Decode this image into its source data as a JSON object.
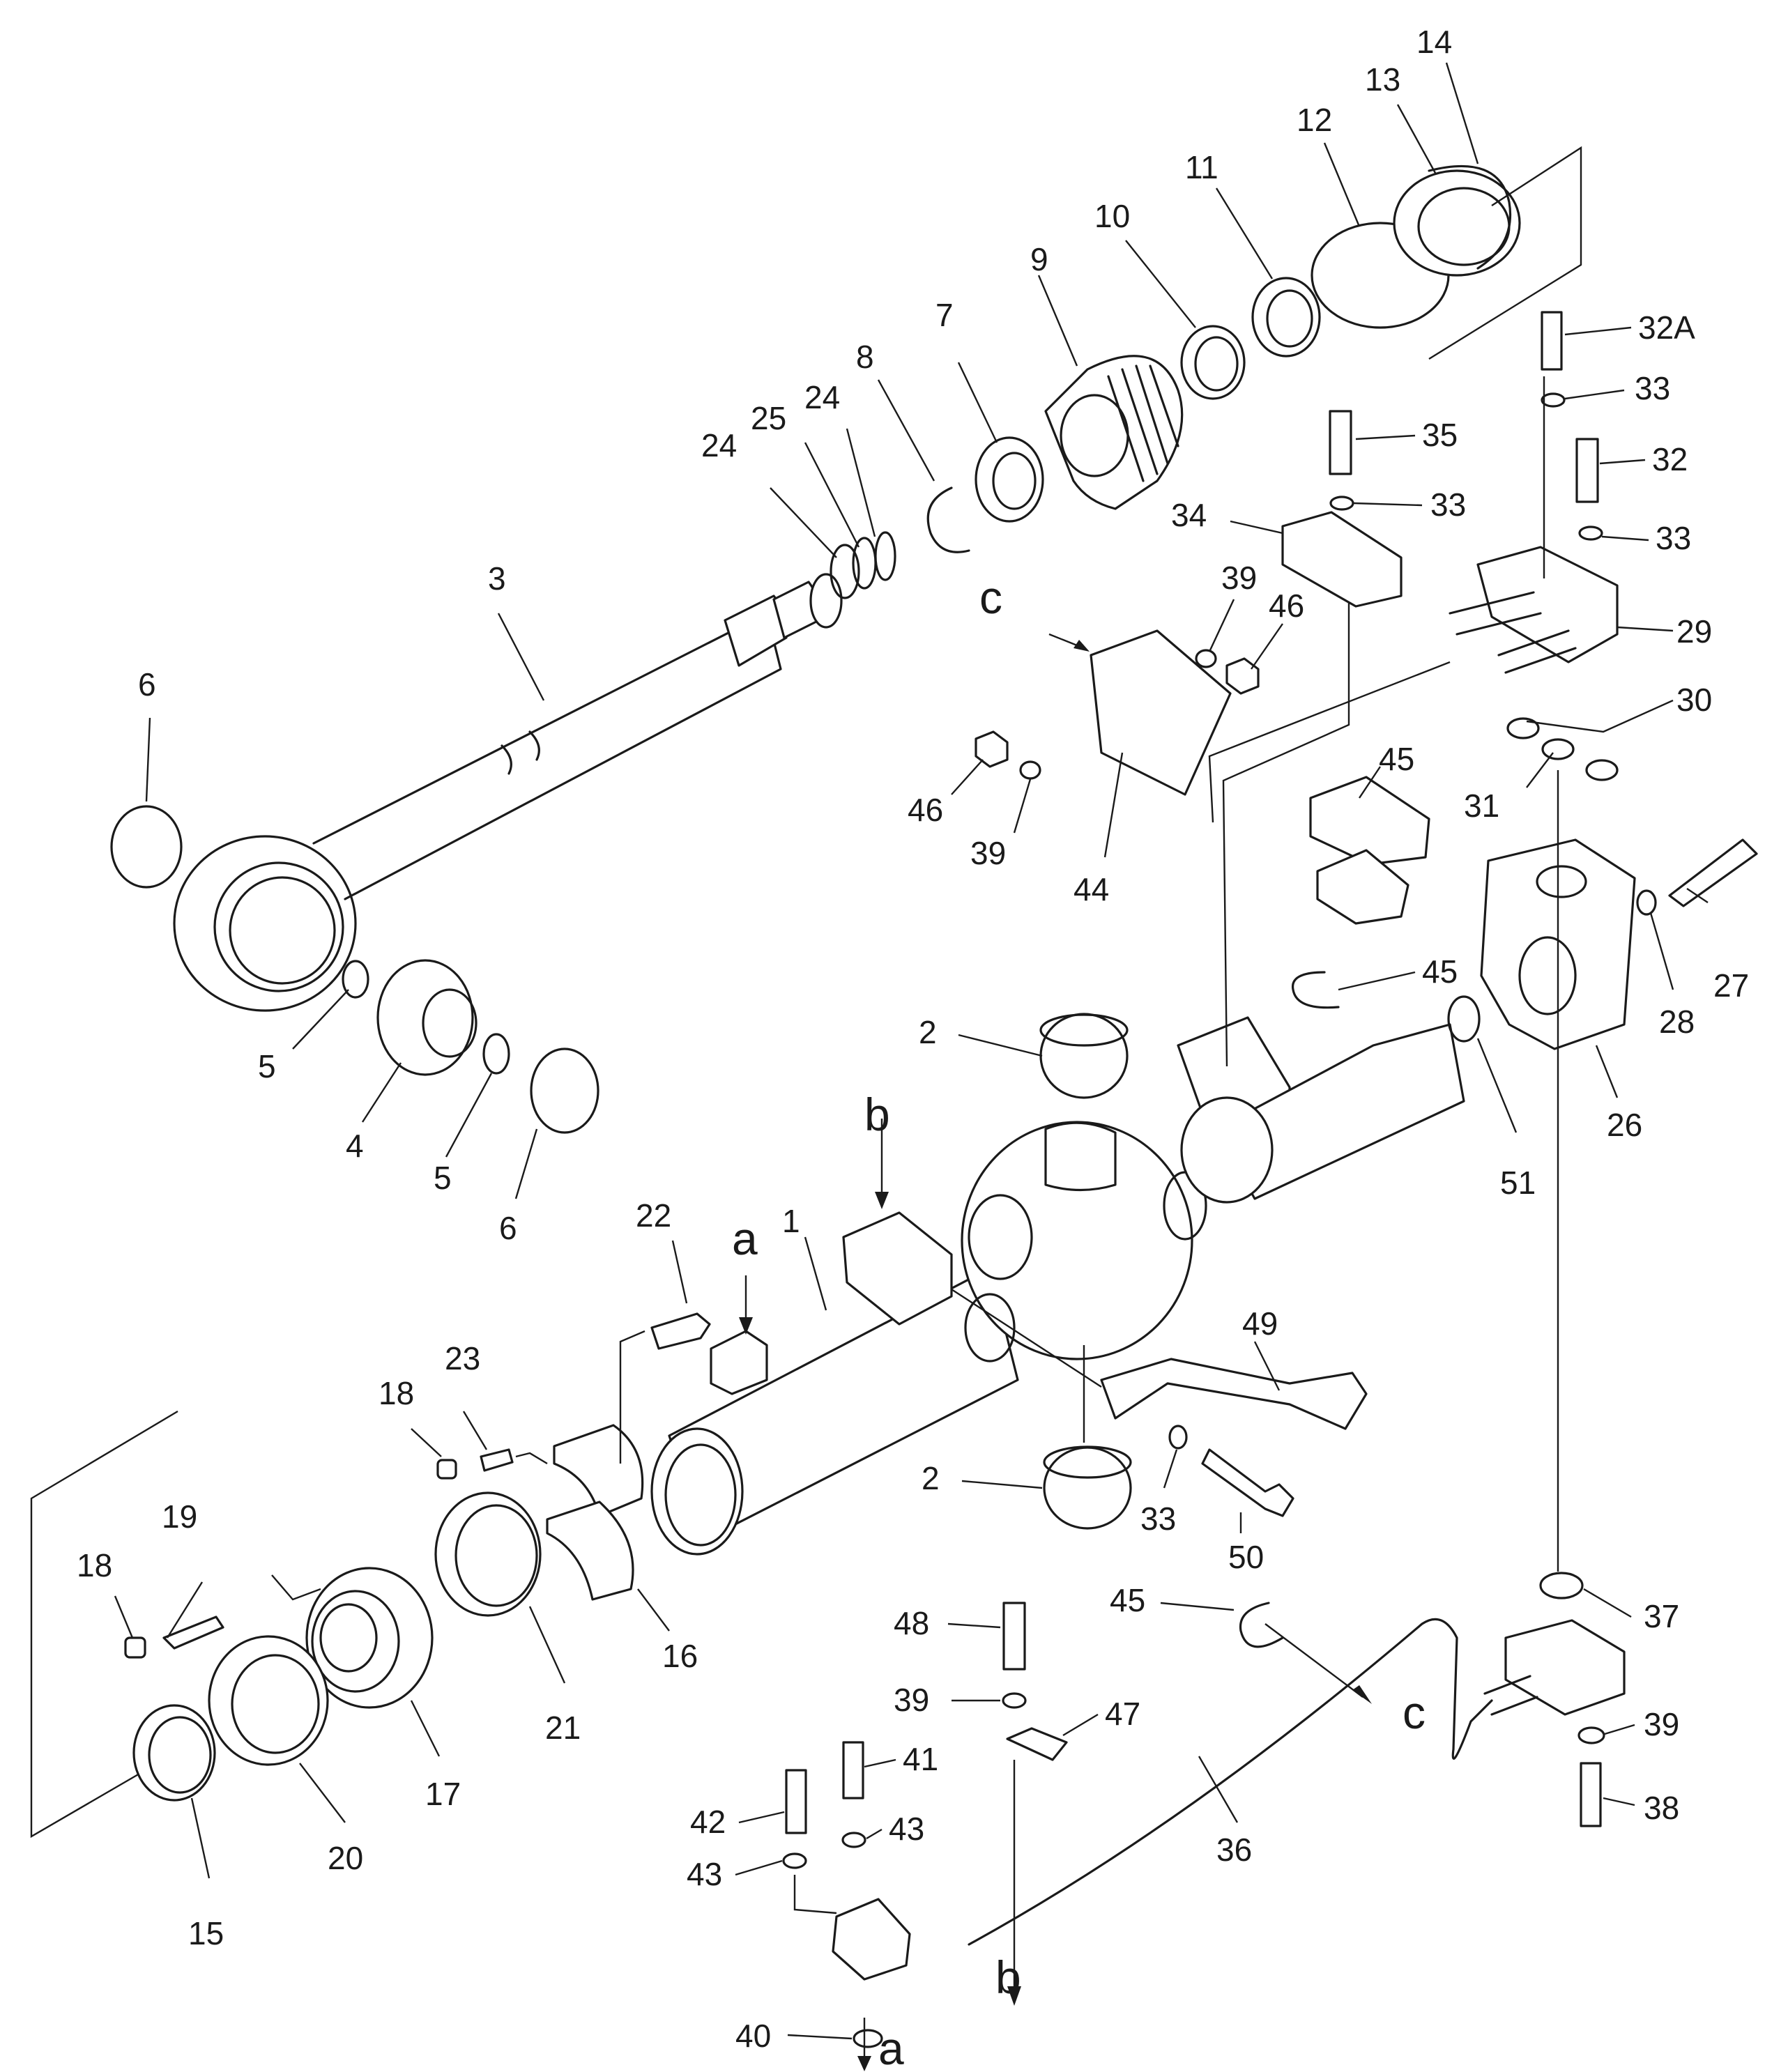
{
  "callouts": [
    {
      "id": "c1",
      "text": "1"
    },
    {
      "id": "c2a",
      "text": "2"
    },
    {
      "id": "c2b",
      "text": "2"
    },
    {
      "id": "c3",
      "text": "3"
    },
    {
      "id": "c4",
      "text": "4"
    },
    {
      "id": "c5a",
      "text": "5"
    },
    {
      "id": "c5b",
      "text": "5"
    },
    {
      "id": "c6a",
      "text": "6"
    },
    {
      "id": "c6b",
      "text": "6"
    },
    {
      "id": "c7",
      "text": "7"
    },
    {
      "id": "c8",
      "text": "8"
    },
    {
      "id": "c9",
      "text": "9"
    },
    {
      "id": "c10",
      "text": "10"
    },
    {
      "id": "c11",
      "text": "11"
    },
    {
      "id": "c12",
      "text": "12"
    },
    {
      "id": "c13",
      "text": "13"
    },
    {
      "id": "c14",
      "text": "14"
    },
    {
      "id": "c15",
      "text": "15"
    },
    {
      "id": "c16",
      "text": "16"
    },
    {
      "id": "c17",
      "text": "17"
    },
    {
      "id": "c18a",
      "text": "18"
    },
    {
      "id": "c18b",
      "text": "18"
    },
    {
      "id": "c19",
      "text": "19"
    },
    {
      "id": "c20",
      "text": "20"
    },
    {
      "id": "c21",
      "text": "21"
    },
    {
      "id": "c22",
      "text": "22"
    },
    {
      "id": "c23",
      "text": "23"
    },
    {
      "id": "c24a",
      "text": "24"
    },
    {
      "id": "c24b",
      "text": "24"
    },
    {
      "id": "c25",
      "text": "25"
    },
    {
      "id": "c26",
      "text": "26"
    },
    {
      "id": "c27",
      "text": "27"
    },
    {
      "id": "c28",
      "text": "28"
    },
    {
      "id": "c29",
      "text": "29"
    },
    {
      "id": "c30",
      "text": "30"
    },
    {
      "id": "c31",
      "text": "31"
    },
    {
      "id": "c32",
      "text": "32"
    },
    {
      "id": "c32A",
      "text": "32A"
    },
    {
      "id": "c33a",
      "text": "33"
    },
    {
      "id": "c33b",
      "text": "33"
    },
    {
      "id": "c33c",
      "text": "33"
    },
    {
      "id": "c33d",
      "text": "33"
    },
    {
      "id": "c34",
      "text": "34"
    },
    {
      "id": "c35",
      "text": "35"
    },
    {
      "id": "c36",
      "text": "36"
    },
    {
      "id": "c37",
      "text": "37"
    },
    {
      "id": "c38",
      "text": "38"
    },
    {
      "id": "c39a",
      "text": "39"
    },
    {
      "id": "c39b",
      "text": "39"
    },
    {
      "id": "c39c",
      "text": "39"
    },
    {
      "id": "c39d",
      "text": "39"
    },
    {
      "id": "c40",
      "text": "40"
    },
    {
      "id": "c41",
      "text": "41"
    },
    {
      "id": "c42",
      "text": "42"
    },
    {
      "id": "c43a",
      "text": "43"
    },
    {
      "id": "c43b",
      "text": "43"
    },
    {
      "id": "c44",
      "text": "44"
    },
    {
      "id": "c45a",
      "text": "45"
    },
    {
      "id": "c45b",
      "text": "45"
    },
    {
      "id": "c45c",
      "text": "45"
    },
    {
      "id": "c46a",
      "text": "46"
    },
    {
      "id": "c46b",
      "text": "46"
    },
    {
      "id": "c47",
      "text": "47"
    },
    {
      "id": "c48",
      "text": "48"
    },
    {
      "id": "c49",
      "text": "49"
    },
    {
      "id": "c50",
      "text": "50"
    },
    {
      "id": "c51",
      "text": "51"
    }
  ],
  "view_letters": {
    "a_top": "a",
    "a_bottom": "a",
    "b_top": "b",
    "b_bottom": "b",
    "c_top": "c",
    "c_bottom": "c"
  }
}
